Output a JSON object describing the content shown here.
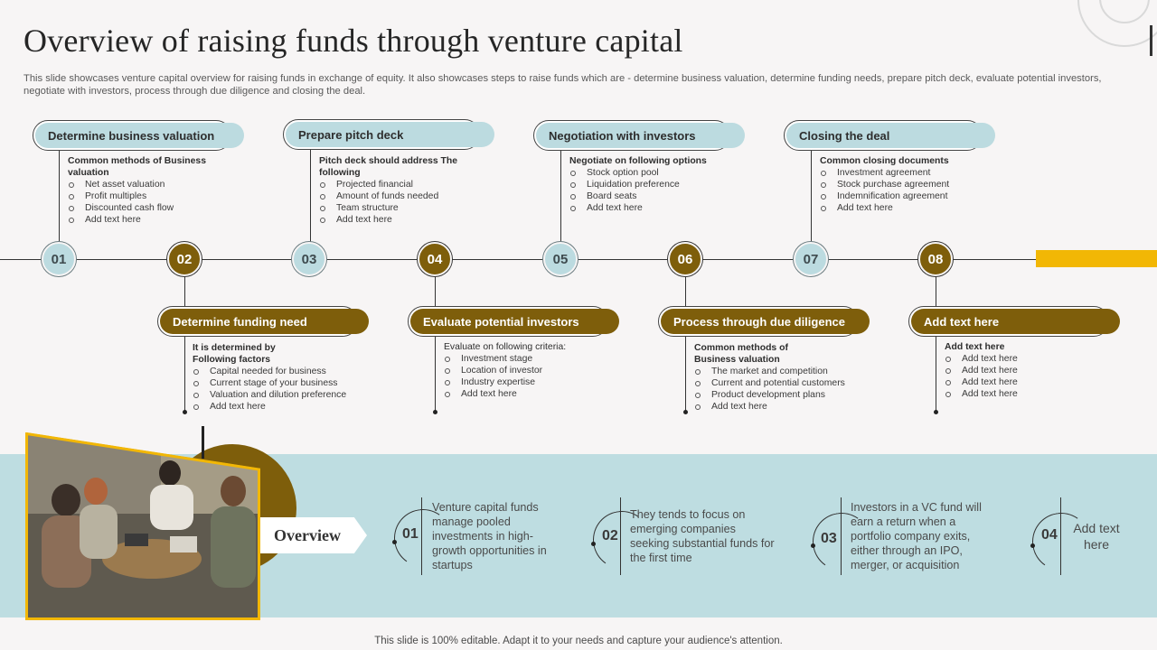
{
  "header": {
    "title": "Overview of raising funds through venture capital",
    "subtitle": "This slide showcases venture capital overview for raising funds in exchange of equity. It also showcases steps to raise funds which are - determine business valuation, determine funding needs, prepare pitch deck, evaluate potential investors, negotiate with investors, process through due diligence and closing the deal."
  },
  "colors": {
    "background": "#f7f5f5",
    "light_teal": "#bcdbe0",
    "dark_gold": "#7e5e0b",
    "accent_yellow": "#f2b705",
    "band": "#bedde1"
  },
  "steps": [
    {
      "num": "01",
      "title": "Determine business  valuation",
      "heading": "Common methods of Business valuation",
      "items": [
        "Net asset valuation",
        "Profit multiples",
        "Discounted cash flow",
        "Add text here"
      ]
    },
    {
      "num": "02",
      "title": "Determine funding need",
      "heading": "It is determined by Following factors",
      "items": [
        "Capital needed for business",
        "Current stage of your business",
        "Valuation and dilution preference",
        "Add text here"
      ]
    },
    {
      "num": "03",
      "title": "Prepare pitch deck",
      "heading": "Pitch deck should address The following",
      "items": [
        "Projected financial",
        "Amount of funds needed",
        "Team structure",
        "Add text here"
      ]
    },
    {
      "num": "04",
      "title": "Evaluate potential investors",
      "heading": "Evaluate on following criteria:",
      "items": [
        "Investment stage",
        "Location of investor",
        "Industry expertise",
        "Add text here"
      ]
    },
    {
      "num": "05",
      "title": "Negotiation with investors",
      "heading": "Negotiate on following options",
      "items": [
        "Stock option pool",
        "Liquidation preference",
        "Board seats",
        "Add text here"
      ]
    },
    {
      "num": "06",
      "title": "Process through due diligence",
      "heading": "Common methods of Business valuation",
      "items": [
        "The market and competition",
        "Current and potential customers",
        "Product development plans",
        "Add text here"
      ]
    },
    {
      "num": "07",
      "title": "Closing the deal",
      "heading": "Common closing documents",
      "items": [
        "Investment agreement",
        "Stock purchase agreement",
        "Indemnification agreement",
        "Add text here"
      ]
    },
    {
      "num": "08",
      "title": "Add text here",
      "heading": "Add text here",
      "items": [
        "Add text here",
        "Add text here",
        "Add text here",
        "Add text here"
      ]
    }
  ],
  "overview": {
    "label": "Overview",
    "items": [
      {
        "num": "01",
        "text": "Venture capital funds manage pooled investments in high-growth opportunities in startups"
      },
      {
        "num": "02",
        "text": "They  tends to focus on emerging companies seeking substantial funds for the first time"
      },
      {
        "num": "03",
        "text": "Investors  in a VC fund will earn a return  when a portfolio company exits, either through an IPO, merger,  or  acquisition"
      },
      {
        "num": "04",
        "text": "Add text here"
      }
    ]
  },
  "footer": "This slide is 100% editable. Adapt it to your needs and capture your audience's attention."
}
